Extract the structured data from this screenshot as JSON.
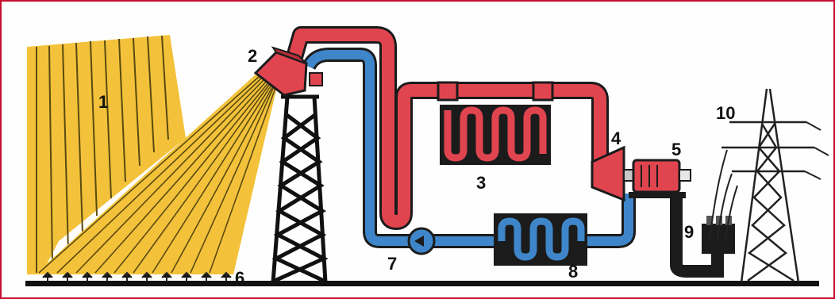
{
  "diagram": {
    "labels": {
      "heliostat_field": "1",
      "receiver": "2",
      "heat_storage": "3",
      "turbine": "4",
      "generator": "5",
      "mirrors": "6",
      "pump": "7",
      "condenser": "8",
      "transformer": "9",
      "power_line": "10"
    },
    "colors": {
      "sunlight": "#f3c23a",
      "sunlight_stripe": "#5a4a10",
      "hot_pipe": "#e0454f",
      "cold_pipe": "#3e86c9",
      "equipment_dark": "#1b1b1b",
      "ground": "#111111",
      "frame": "#c8102e"
    }
  }
}
